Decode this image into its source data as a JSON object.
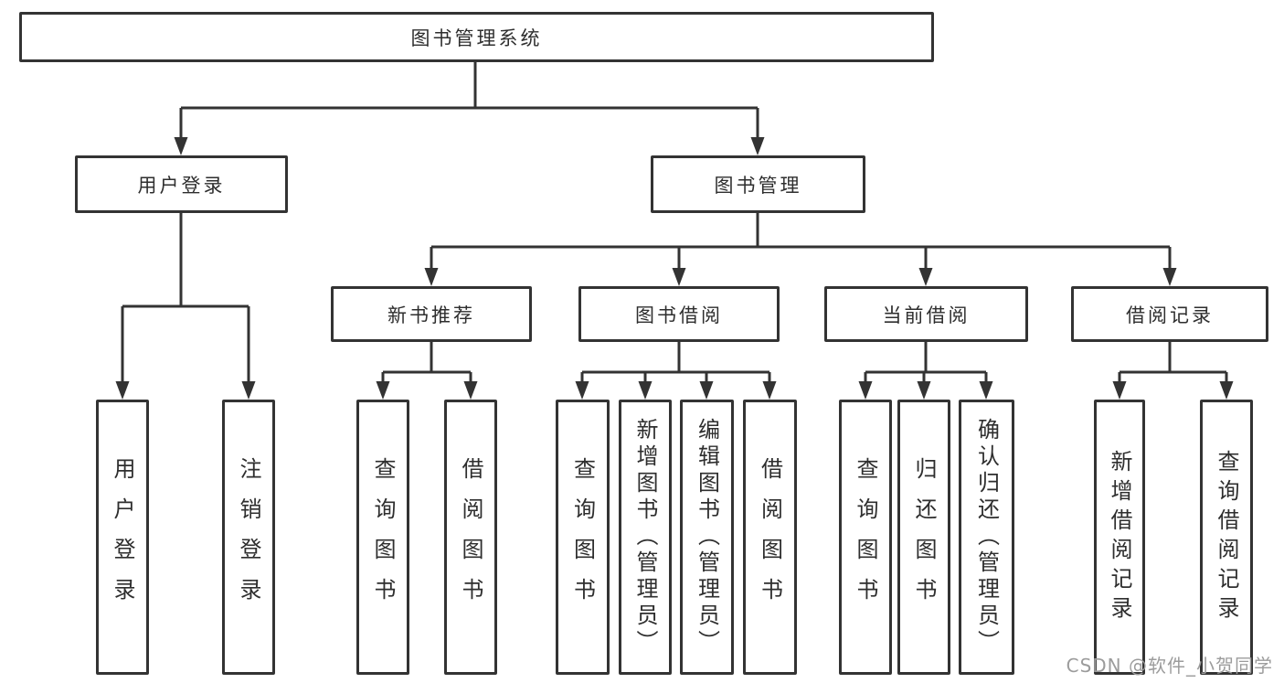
{
  "diagram": {
    "root": {
      "label": "图书管理系统"
    },
    "branches": [
      {
        "label": "用户登录",
        "children": [
          {
            "label": "用户登录"
          },
          {
            "label": "注销登录"
          }
        ]
      },
      {
        "label": "图书管理",
        "children": [
          {
            "label": "新书推荐",
            "children": [
              {
                "label": "查询图书"
              },
              {
                "label": "借阅图书"
              }
            ]
          },
          {
            "label": "图书借阅",
            "children": [
              {
                "label": "查询图书"
              },
              {
                "label": "新增图书（管理员）"
              },
              {
                "label": "编辑图书（管理员）"
              },
              {
                "label": "借阅图书"
              }
            ]
          },
          {
            "label": "当前借阅",
            "children": [
              {
                "label": "查询图书"
              },
              {
                "label": "归还图书"
              },
              {
                "label": "确认归还（管理员）"
              }
            ]
          },
          {
            "label": "借阅记录",
            "children": [
              {
                "label": "新增借阅记录"
              },
              {
                "label": "查询借阅记录"
              }
            ]
          }
        ]
      }
    ]
  },
  "watermark": {
    "text": "CSDN @软件_小贺同学"
  },
  "colors": {
    "line": "#333333",
    "text": "#2e2e2e",
    "watermark_text": "#9c9c9c",
    "background": "#ffffff"
  }
}
